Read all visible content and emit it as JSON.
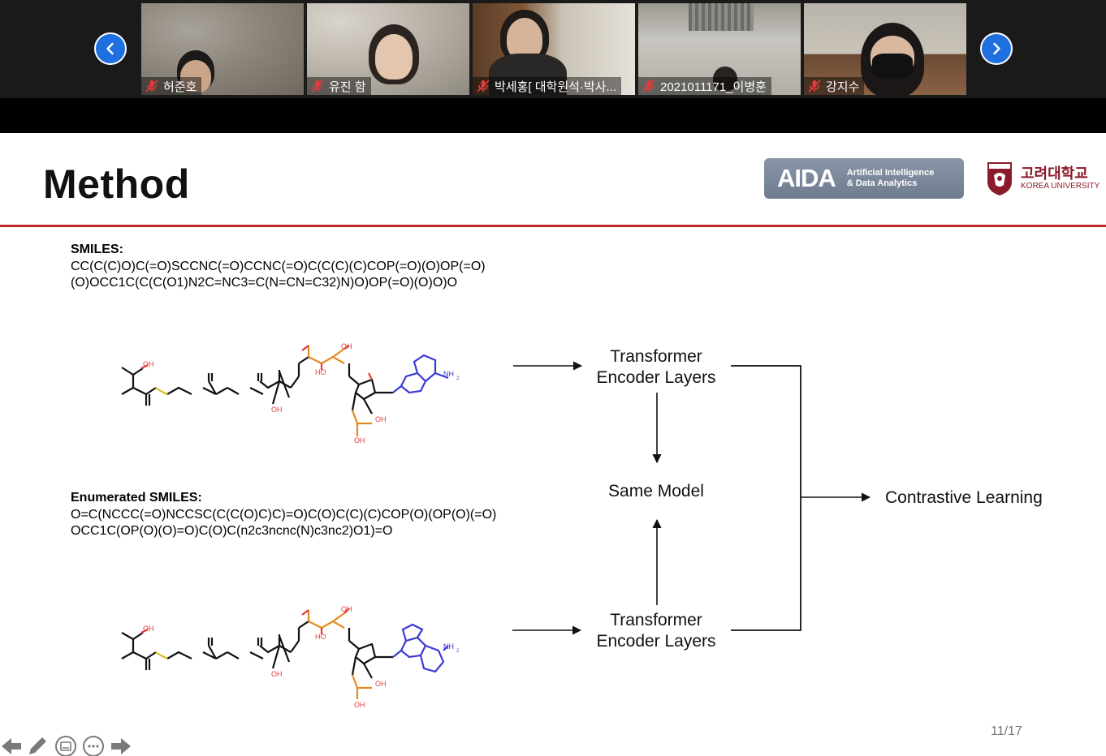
{
  "video_strip": {
    "participants": [
      {
        "name": "허준호",
        "muted": true
      },
      {
        "name": "유진 함",
        "muted": true
      },
      {
        "name": "박세홍[ 대학원석·박사...",
        "muted": true
      },
      {
        "name": "2021011171_이병훈",
        "muted": true
      },
      {
        "name": "강지수",
        "muted": true
      }
    ],
    "prev_icon": "chevron-left-icon",
    "next_icon": "chevron-right-icon",
    "accent_color": "#1f6fe0"
  },
  "slide": {
    "title": "Method",
    "logos": {
      "aida_mark": "AIDA",
      "aida_line1": "Artificial Intelligence",
      "aida_line2": "& Data Analytics",
      "ku_korean": "고려대학교",
      "ku_english": "KOREA UNIVERSITY"
    },
    "rule_color": "#c0262d",
    "smiles": {
      "label": "SMILES:",
      "line1": "CC(C(C)O)C(=O)SCCNC(=O)CCNC(=O)C(C(C)(C)COP(=O)(O)OP(=O)",
      "line2": "(O)OCC1C(C(C(O1)N2C=NC3=C(N=CN=C32)N)O)OP(=O)(O)O)O"
    },
    "enumerated_smiles": {
      "label": "Enumerated SMILES:",
      "line1": "O=C(NCCC(=O)NCCSC(C(C(O)C)C)=O)C(O)C(C)(C)COP(O)(OP(O)(=O)",
      "line2": "OCC1C(OP(O)(O)=O)C(O)C(n2c3ncnc(N)c3nc2)O1)=O"
    },
    "molecule_labels": {
      "oh": "OH",
      "ho": "HO",
      "nh2": "NH",
      "h_sub": "2"
    },
    "diagram": {
      "encoder_top": [
        "Transformer",
        "Encoder Layers"
      ],
      "same_model": "Same Model",
      "encoder_bottom": [
        "Transformer",
        "Encoder Layers"
      ],
      "output": "Contrastive Learning"
    },
    "page_number": "11/17"
  },
  "controls": {
    "icons": [
      "arrow-left-icon",
      "pen-icon",
      "subtitle-icon",
      "more-icon",
      "arrow-right-icon"
    ]
  }
}
